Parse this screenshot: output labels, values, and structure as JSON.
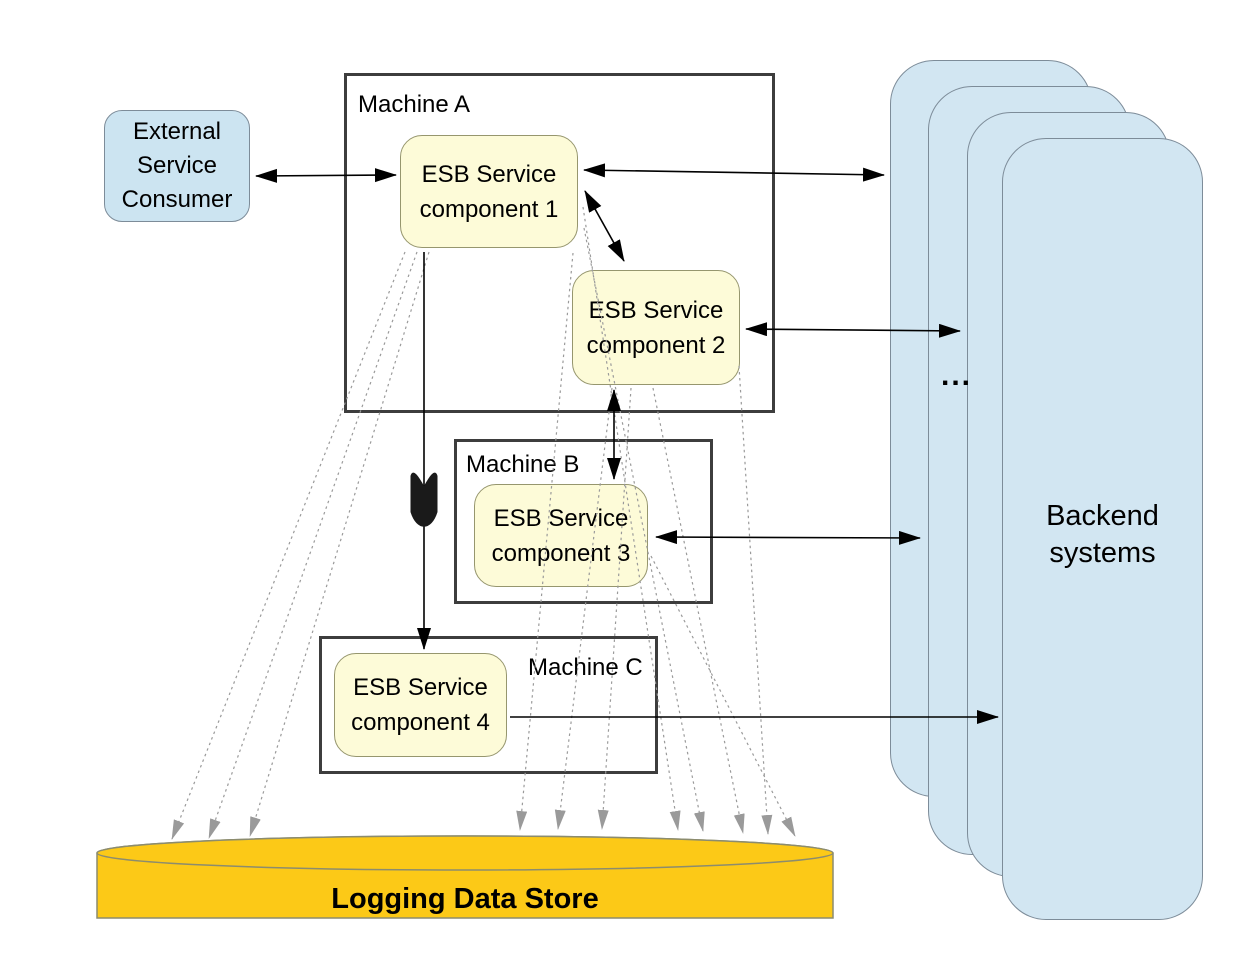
{
  "diagram": {
    "consumer": {
      "label": "External Service Consumer"
    },
    "machine_a": {
      "label": "Machine A"
    },
    "machine_b": {
      "label": "Machine B"
    },
    "machine_c": {
      "label": "Machine C"
    },
    "component_1": {
      "label": "ESB Service component 1"
    },
    "component_2": {
      "label": "ESB Service component 2"
    },
    "component_3": {
      "label": "ESB Service component 3"
    },
    "component_4": {
      "label": "ESB Service component 4"
    },
    "backend": {
      "label": "Backend systems",
      "more_indicator": "...",
      "card_count": 4
    },
    "datastore": {
      "label": "Logging Data Store"
    },
    "colors": {
      "consumer_fill": "#cce4f1",
      "backend_fill": "#d2e6f2",
      "component_fill": "#fdfbd8",
      "component_border": "#96966e",
      "machine_border": "#3d3d3d",
      "datastore_fill": "#fcc917",
      "dashed_connector": "#9a9a9a",
      "solid_connector": "#000000"
    }
  }
}
